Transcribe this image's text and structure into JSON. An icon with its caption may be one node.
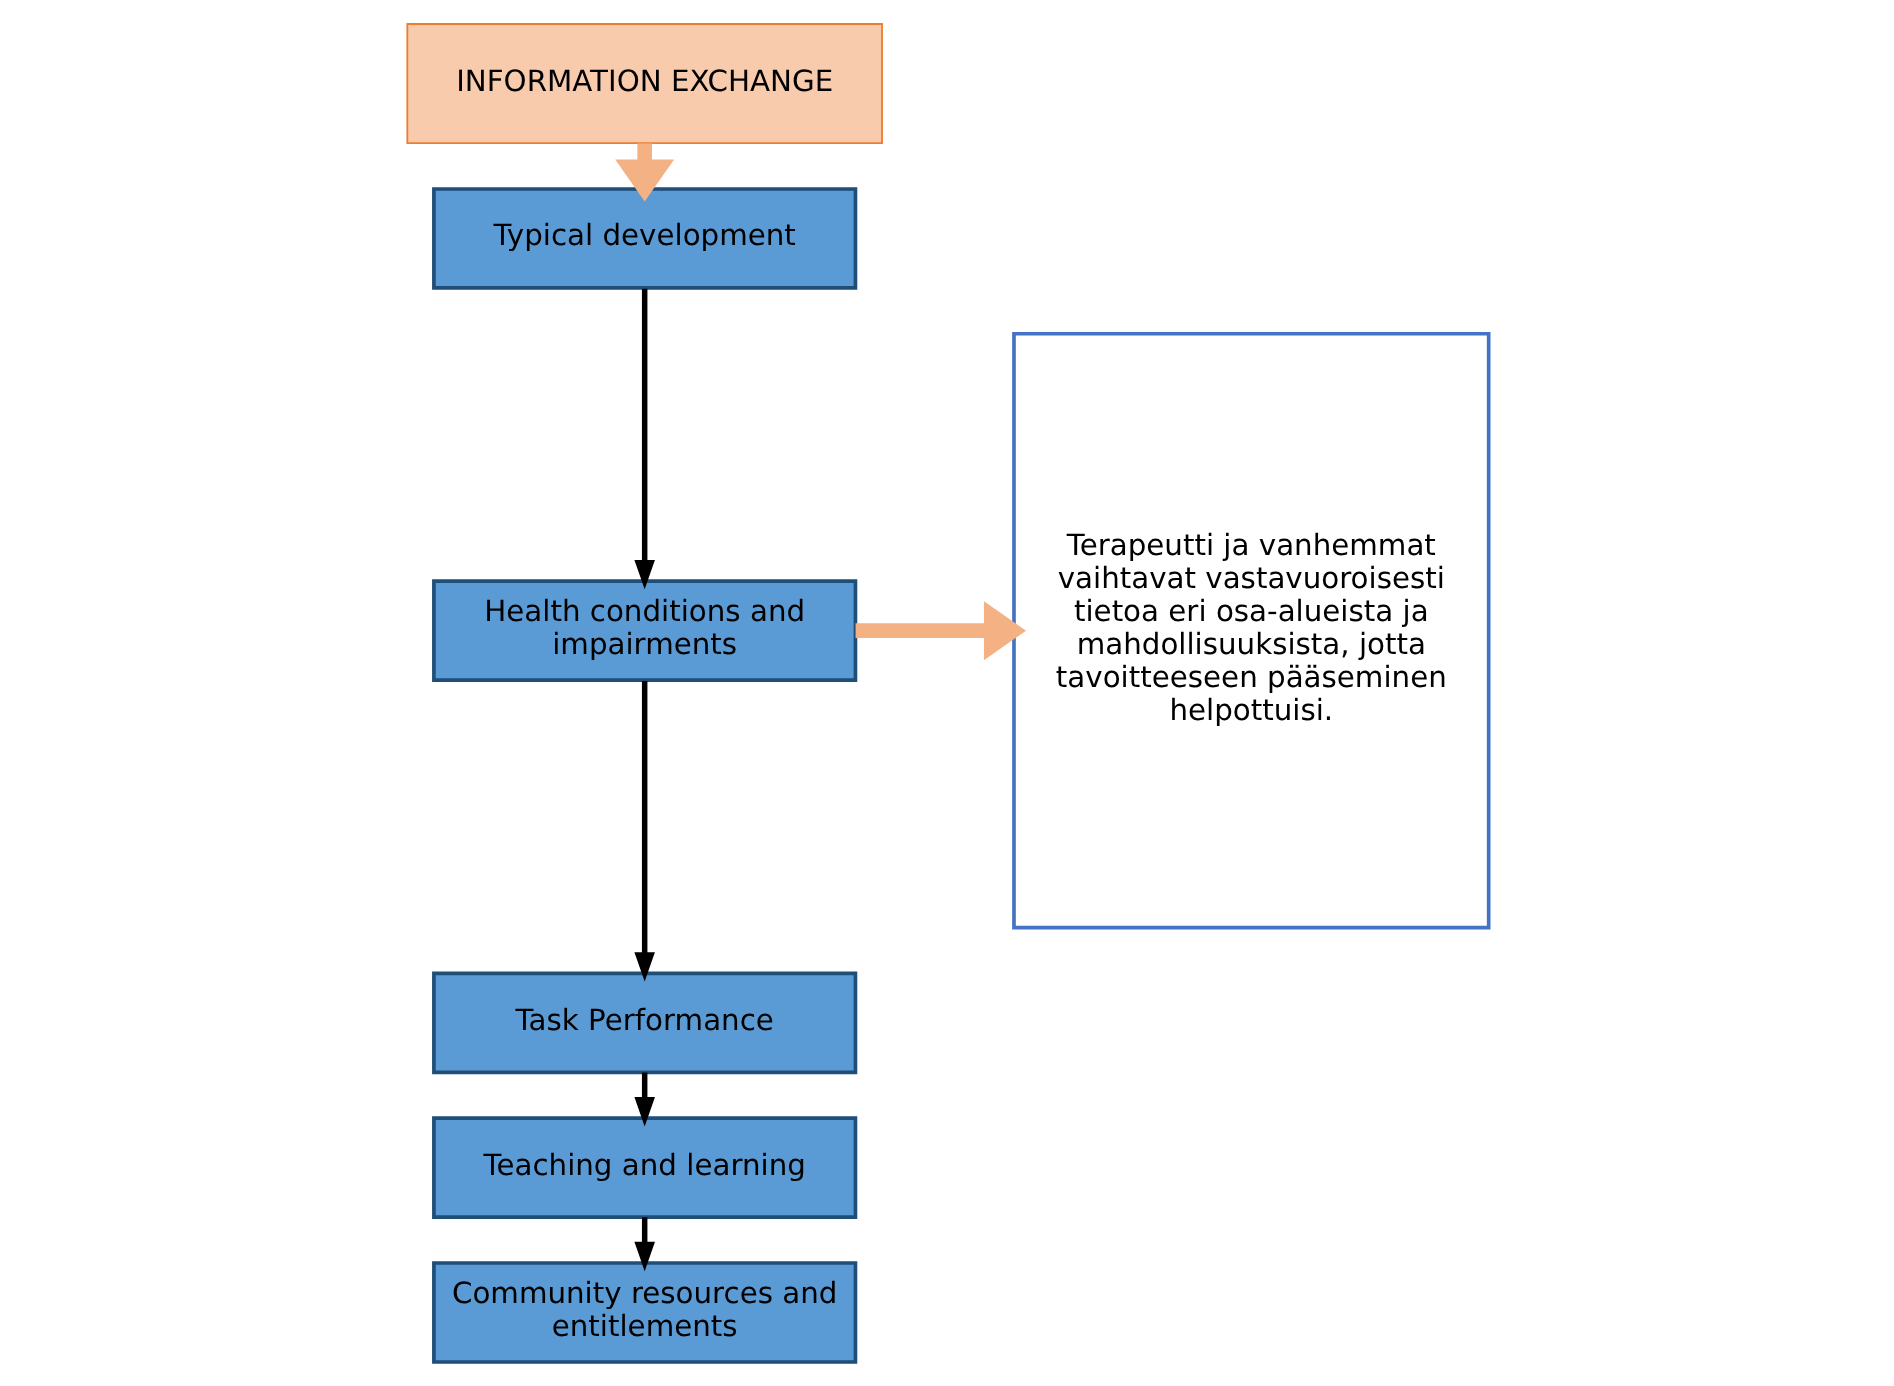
{
  "diagram": {
    "nodes": [
      {
        "text": [
          "INFORMATION EXCHANGE"
        ]
      },
      {
        "text": [
          "Typical development"
        ]
      },
      {
        "text": [
          "Health conditions and impairments"
        ]
      },
      {
        "text": [
          "Task Performance"
        ]
      },
      {
        "text": [
          "Teaching and learning"
        ]
      },
      {
        "text": [
          "Community resources and entitlements"
        ]
      },
      {
        "text": [
          "Terapeutti ja vanhemmat vaihtavat vastavuoroisesti tietoa eri osa-alueista ja mahdollisuuksista, jotta tavoitteeseen pääseminen helpottuisi."
        ]
      }
    ],
    "edges": [
      {
        "from": 0,
        "to": 1,
        "arrow": "to",
        "style": "thick",
        "color": "#f4b183"
      },
      {
        "from": 1,
        "to": 2,
        "arrow": "to"
      },
      {
        "from": 2,
        "to": 3,
        "arrow": "to"
      },
      {
        "from": 3,
        "to": 4,
        "arrow": "to"
      },
      {
        "from": 4,
        "to": 5,
        "arrow": "to"
      },
      {
        "from": 2,
        "to": 6,
        "arrow": "to",
        "style": "thick",
        "color": "#f4b183"
      }
    ]
  }
}
